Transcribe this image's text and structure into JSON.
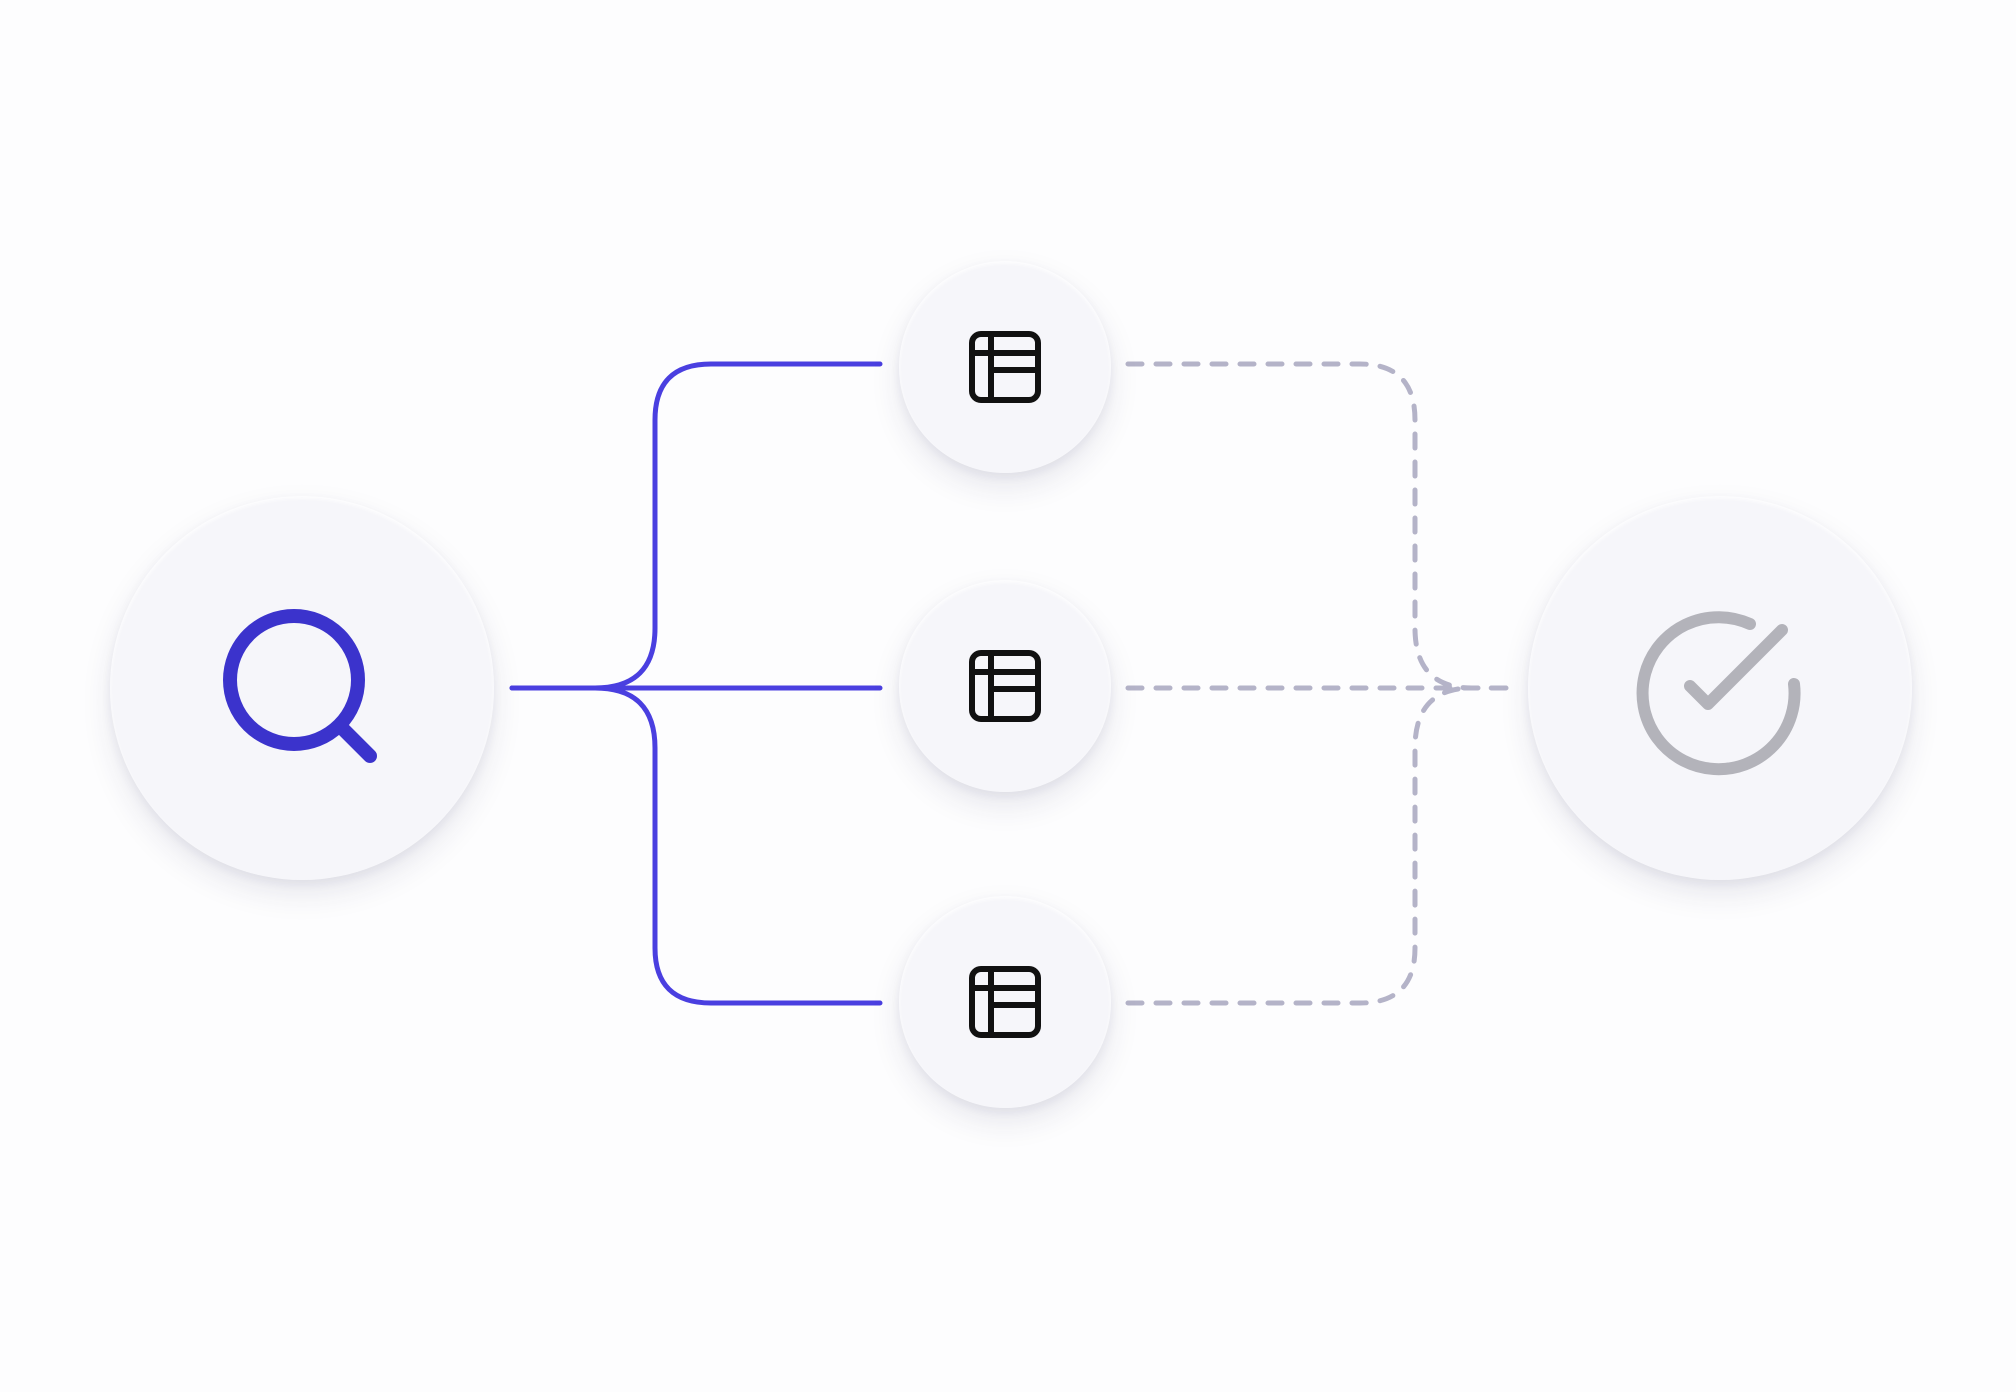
{
  "colors": {
    "background": "#fdfdfe",
    "node_fill": "#f6f6fa",
    "active_line": "#4a3fe0",
    "pending_line": "#b4b3c8",
    "search_icon": "#3b33cc",
    "table_icon": "#111111",
    "check_icon": "#b3b3ba"
  },
  "nodes": {
    "source": {
      "icon": "search-icon",
      "state": "active"
    },
    "branches": [
      {
        "icon": "table-icon",
        "state": "active"
      },
      {
        "icon": "table-icon",
        "state": "active"
      },
      {
        "icon": "table-icon",
        "state": "active"
      }
    ],
    "target": {
      "icon": "check-circle-icon",
      "state": "pending"
    }
  },
  "edges": {
    "source_to_branches": "solid",
    "branches_to_target": "dashed"
  }
}
